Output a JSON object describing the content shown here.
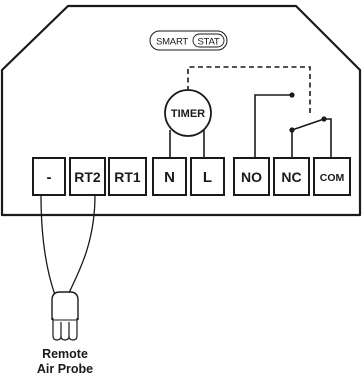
{
  "logo": {
    "left": "SMART",
    "right": "STAT"
  },
  "timer": {
    "label": "TIMER"
  },
  "terminals": [
    {
      "id": "minus",
      "label": "-"
    },
    {
      "id": "rt2",
      "label": "RT2"
    },
    {
      "id": "rt1",
      "label": "RT1"
    },
    {
      "id": "n",
      "label": "N"
    },
    {
      "id": "l",
      "label": "L"
    },
    {
      "id": "no",
      "label": "NO"
    },
    {
      "id": "nc",
      "label": "NC"
    },
    {
      "id": "com",
      "label": "COM"
    }
  ],
  "probe": {
    "line1": "Remote",
    "line2": "Air Probe"
  },
  "colors": {
    "stroke": "#1a1a1a",
    "background": "#ffffff"
  }
}
